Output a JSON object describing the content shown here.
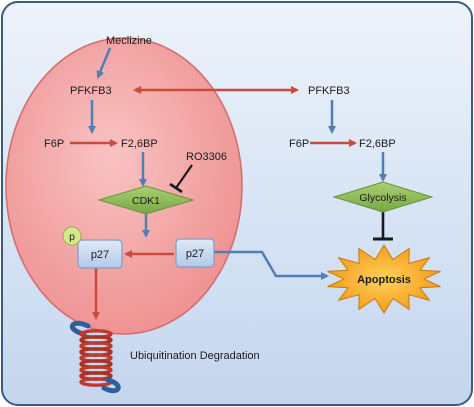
{
  "diagram": {
    "nodes": {
      "meclizine": "Meclizine",
      "pfkfb3_left": "PFKFB3",
      "pfkfb3_right": "PFKFB3",
      "f6p_left": "F6P",
      "f26bp_left": "F2,6BP",
      "f6p_right": "F6P",
      "f26bp_right": "F2,6BP",
      "ro3306": "RO3306",
      "cdk1": "CDK1",
      "glycolysis": "Glycolysis",
      "p_badge": "p",
      "p27_phospho": "p27",
      "p27": "p27",
      "apoptosis": "Apoptosis",
      "ubiquitination": "Ubiquitination Degradation"
    },
    "colors": {
      "background_top": "#e9f1fb",
      "background_bottom": "#c6d8ef",
      "panel_border": "#3b5b86",
      "ellipse_fill": "#f29a9a",
      "ellipse_border": "#d36c6c",
      "arrow_blue": "#4f7fb5",
      "arrow_red": "#cc4a3a",
      "diamond_green": "#8dbb57",
      "starburst_orange": "#f7a11c",
      "p_badge_fill": "#d6e88a",
      "p27_box_fill": "#c8d9f0",
      "coil_red": "#c0392b",
      "coil_blue": "#2f5e9c"
    }
  }
}
